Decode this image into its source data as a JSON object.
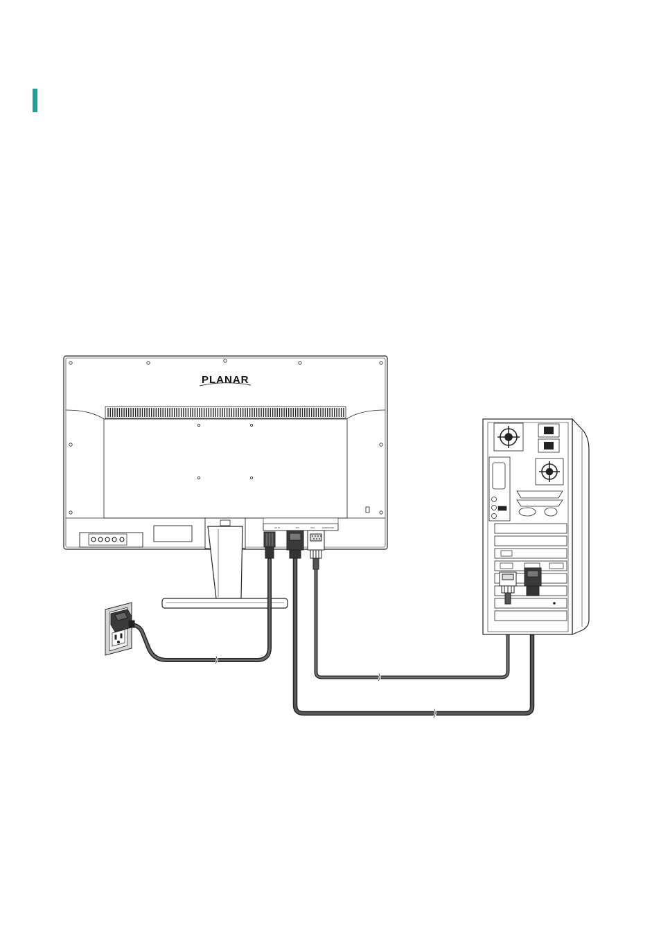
{
  "colors": {
    "accent": "#1aa39a",
    "line": "#222222",
    "cable": "#4a4a4a",
    "panel": "#ffffff"
  },
  "monitor": {
    "brand": "PLANAR",
    "port_labels": [
      "AC IN",
      "DVI",
      "VGA",
      "EARPHONE"
    ]
  },
  "icons": [
    "accent-bar",
    "monitor-rear",
    "power-outlet",
    "power-plug",
    "computer-rear",
    "fan-icon",
    "power-socket-icon",
    "vga-connector",
    "dvi-connector"
  ]
}
